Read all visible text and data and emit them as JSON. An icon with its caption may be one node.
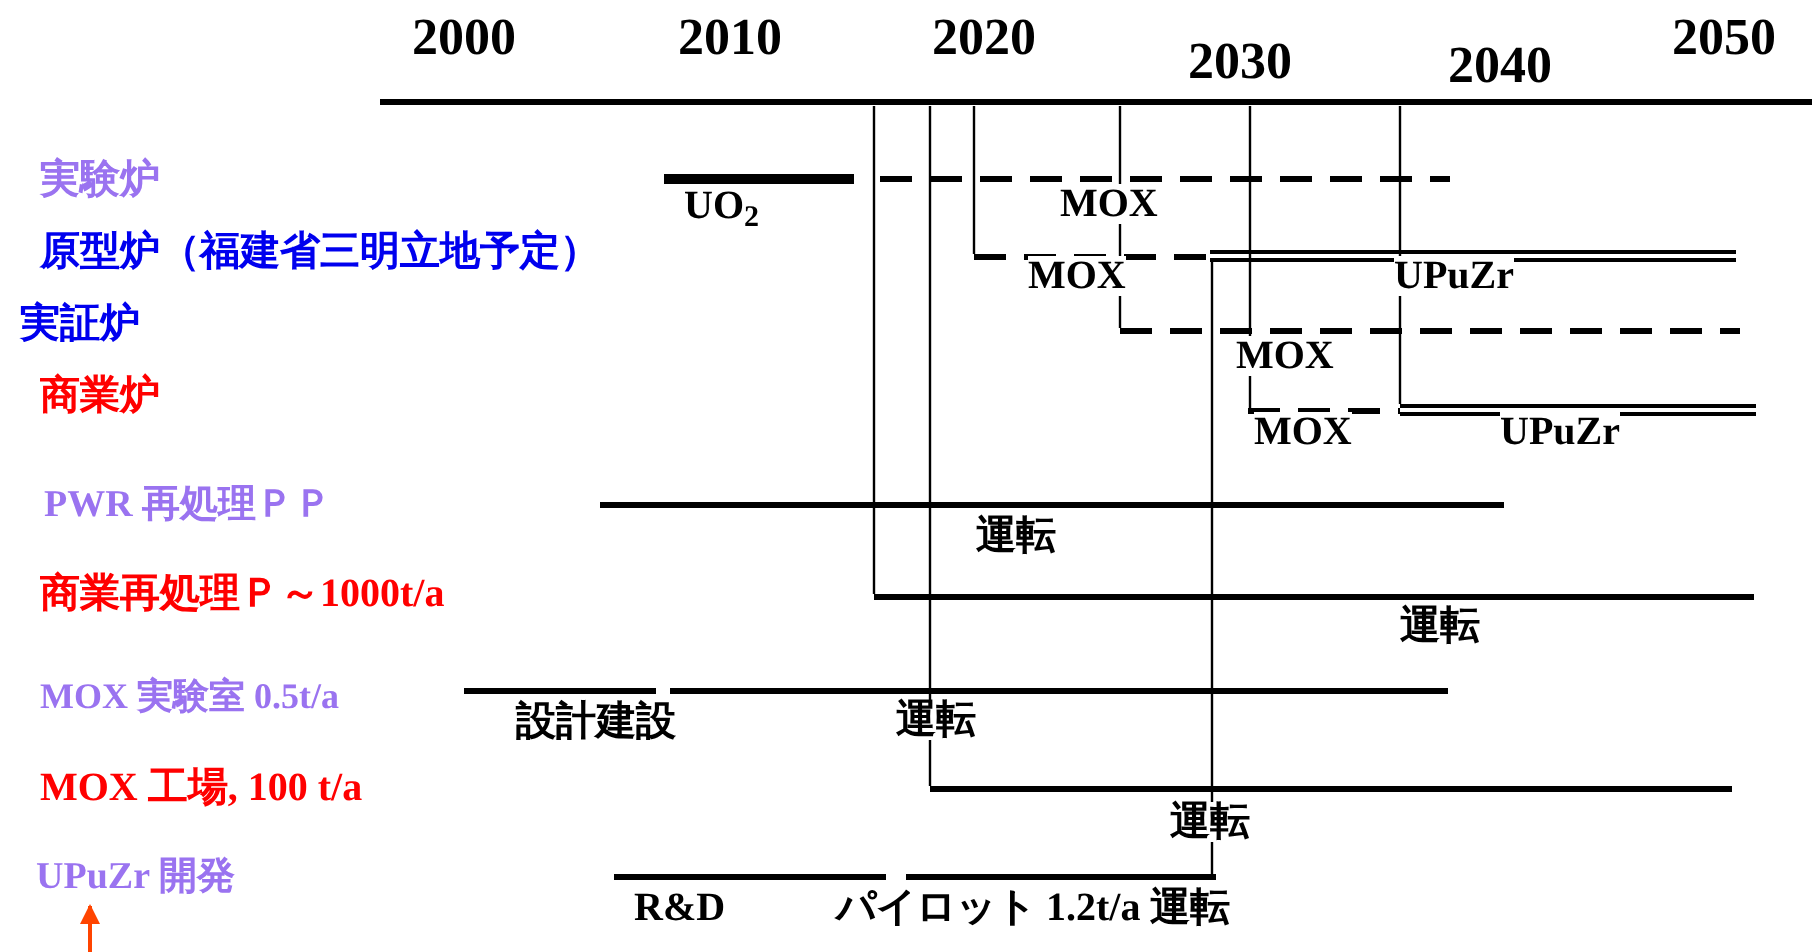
{
  "diagram": {
    "nodes": [
      {
        "text": [
          "実験炉"
        ]
      },
      {
        "text": [],
        "shape": "bar",
        "beside": [
          "UO$_{2}$"
        ]
      },
      {
        "text": [],
        "shape": "bar",
        "beside": [
          "MOX"
        ]
      },
      {
        "text": [
          "原型炉（福建省三明立地予定）"
        ]
      },
      {
        "text": [],
        "shape": "bar",
        "beside": [
          "MOX"
        ]
      },
      {
        "text": [],
        "shape": "bar",
        "beside": [
          "UPuZr"
        ]
      },
      {
        "text": [
          "実証炉"
        ]
      },
      {
        "text": [],
        "shape": "bar",
        "beside": [
          "MOX"
        ]
      },
      {
        "text": [
          "商業炉"
        ]
      },
      {
        "text": [],
        "shape": "bar",
        "beside": [
          "MOX"
        ]
      },
      {
        "text": [],
        "shape": "bar",
        "beside": [
          "UPuZr"
        ]
      },
      {
        "text": [
          "PWR 再処理ＰＰ"
        ]
      },
      {
        "text": [],
        "shape": "bar",
        "beside": [
          "運転"
        ]
      },
      {
        "text": [
          "商業再処理Ｐ～1000t/a"
        ]
      },
      {
        "text": [],
        "shape": "bar",
        "beside": [
          "運転"
        ]
      },
      {
        "text": [
          "MOX 実験室 0.5t/a"
        ]
      },
      {
        "text": [],
        "shape": "bar",
        "beside": [
          "設計建設"
        ]
      },
      {
        "text": [],
        "shape": "bar",
        "beside": [
          "運転"
        ]
      },
      {
        "text": [
          "MOX 工場, 100 t/a"
        ]
      },
      {
        "text": [],
        "shape": "bar",
        "beside": [
          "運転"
        ]
      },
      {
        "text": [
          "UPuZr 開発"
        ]
      },
      {
        "text": [],
        "shape": "bar",
        "beside": [
          "R&D"
        ]
      },
      {
        "text": [],
        "shape": "bar",
        "beside": [
          "パイロット 1.2t/a 運転"
        ]
      }
    ],
    "edges": [
      {
        "from": null,
        "to": 4,
        "arrow": "none"
      },
      {
        "from": null,
        "to": 7,
        "arrow": "none"
      },
      {
        "from": null,
        "to": 14,
        "arrow": "none"
      },
      {
        "from": null,
        "to": 19,
        "arrow": "none"
      },
      {
        "from": null,
        "to": 9,
        "arrow": "none"
      },
      {
        "from": null,
        "to": 10,
        "arrow": "none"
      },
      {
        "from": 5,
        "to": 22,
        "arrow": "none"
      },
      {
        "from": null,
        "to": 20,
        "arrow": "to",
        "color": "#ff4400"
      }
    ],
    "labels": [
      "2000",
      "2010",
      "2020",
      "2030",
      "2040",
      "2050"
    ]
  }
}
